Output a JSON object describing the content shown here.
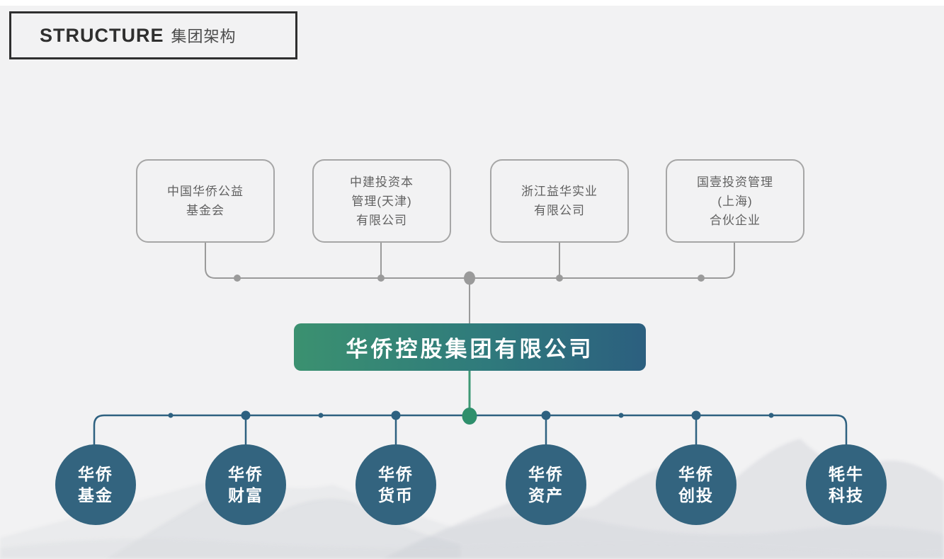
{
  "header": {
    "title_en": "STRUCTURE",
    "title_zh": "集团架构"
  },
  "parents": [
    {
      "name": "中国华侨公益基金会",
      "lines": [
        "中国华侨公益",
        "基金会"
      ]
    },
    {
      "name": "中建投资本管理(天津)有限公司",
      "lines": [
        "中建投资本",
        "管理(天津)",
        "有限公司"
      ]
    },
    {
      "name": "浙江益华实业有限公司",
      "lines": [
        "浙江益华实业",
        "有限公司"
      ]
    },
    {
      "name": "国壹投资管理(上海)合伙企业",
      "lines": [
        "国壹投资管理",
        "(上海)",
        "合伙企业"
      ]
    }
  ],
  "company": {
    "name": "华侨控股集团有限公司"
  },
  "subsidiaries": [
    {
      "name": "华侨基金",
      "lines": [
        "华侨",
        "基金"
      ]
    },
    {
      "name": "华侨财富",
      "lines": [
        "华侨",
        "财富"
      ]
    },
    {
      "name": "华侨货币",
      "lines": [
        "华侨",
        "货币"
      ]
    },
    {
      "name": "华侨资产",
      "lines": [
        "华侨",
        "资产"
      ]
    },
    {
      "name": "华侨创投",
      "lines": [
        "华侨",
        "创投"
      ]
    },
    {
      "name": "牦牛科技",
      "lines": [
        "牦牛",
        "科技"
      ]
    }
  ],
  "colors": {
    "background": "#f2f2f3",
    "gradient_green": "#3b9170",
    "gradient_teal": "#2c5f7f",
    "node_blue": "#33647f",
    "connector_gray": "#9a9a9a",
    "connector_teal": "#2e6180",
    "accent_green_dot": "#2f8f6c",
    "box_border_gray": "#a6a6a6",
    "box_text_gray": "#616161"
  }
}
